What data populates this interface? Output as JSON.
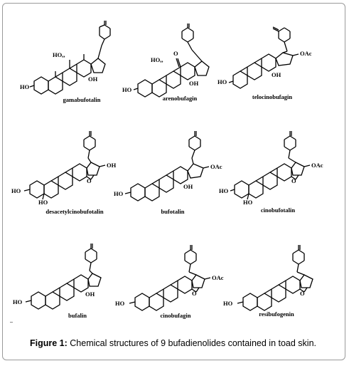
{
  "figure": {
    "caption_label": "Figure 1:",
    "caption_text": " Chemical structures of 9 bufadienolides contained in toad skin."
  },
  "compounds": [
    {
      "name": "gamabufotalin",
      "labels": [
        "HO",
        "HO,,",
        "OH"
      ]
    },
    {
      "name": "arenobufagin",
      "labels": [
        "HO",
        "HO,,",
        "O",
        "OH"
      ]
    },
    {
      "name": "telocinobufagin",
      "labels": [
        "HO",
        "OH",
        "OAc"
      ]
    },
    {
      "name": "desacetylcinobufotalin",
      "labels": [
        "HO",
        "HO",
        "OH",
        "O"
      ]
    },
    {
      "name": "bufotalin",
      "labels": [
        "HO",
        "OH",
        "OAc"
      ]
    },
    {
      "name": "cinobufotalin",
      "labels": [
        "HO",
        "HO",
        "OAc",
        "O"
      ]
    },
    {
      "name": "bufalin",
      "labels": [
        "HO",
        "OH"
      ]
    },
    {
      "name": "cinobufagin",
      "labels": [
        "HO",
        "OAc",
        "O"
      ]
    },
    {
      "name": "resibufogenin",
      "labels": [
        "HO",
        "O"
      ]
    }
  ]
}
